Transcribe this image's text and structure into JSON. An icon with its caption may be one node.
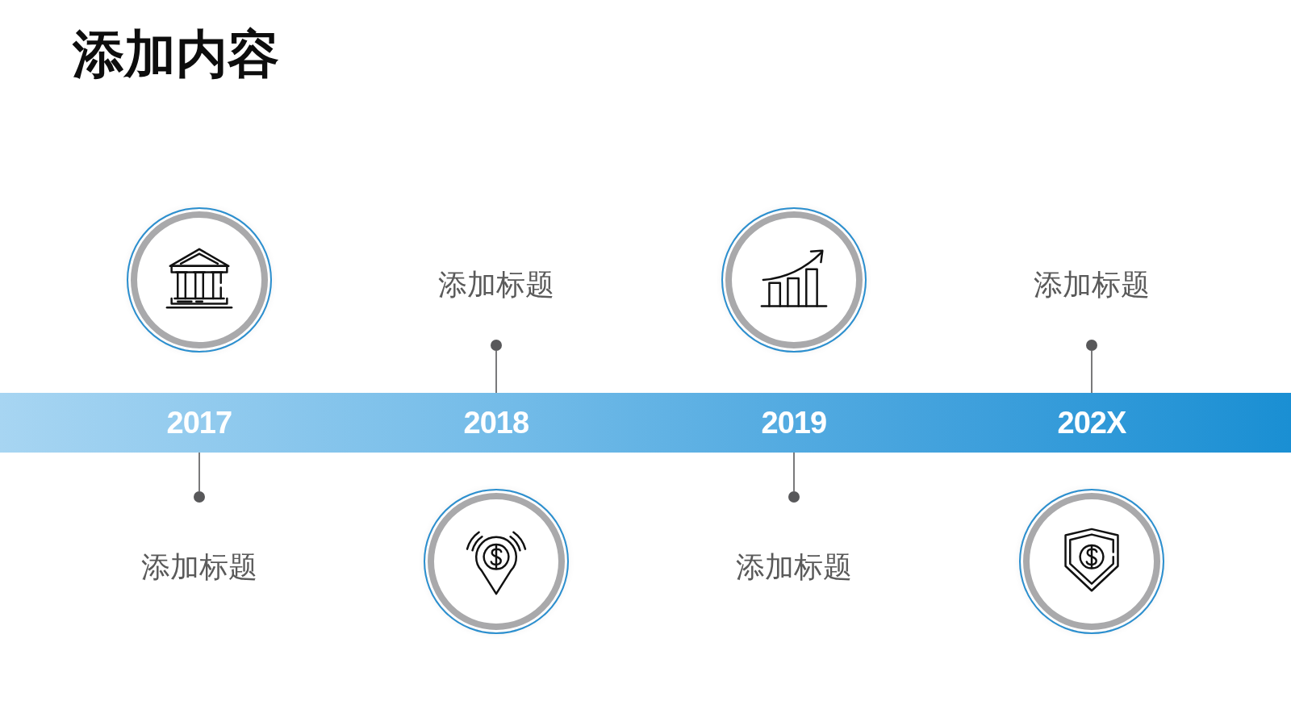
{
  "diagram": {
    "title": "添加内容",
    "nodes": [
      {
        "text": [],
        "shape": "circle"
      },
      {
        "text": [
          "添加标题"
        ]
      },
      {
        "text": [],
        "shape": "circle"
      },
      {
        "text": [
          "添加标题"
        ]
      },
      {
        "text": [],
        "shape": "circle"
      },
      {
        "text": [],
        "shape": "circle"
      },
      {
        "text": [],
        "shape": "bar"
      },
      {
        "text": [
          "2017"
        ],
        "in": 6
      },
      {
        "text": [
          "2018"
        ],
        "in": 6
      },
      {
        "text": [
          "2019"
        ],
        "in": 6
      },
      {
        "text": [
          "202X"
        ],
        "in": 6
      },
      {
        "text": [],
        "shape": "circle"
      },
      {
        "text": [],
        "shape": "circle"
      },
      {
        "text": [
          "添加标题"
        ]
      },
      {
        "text": [],
        "shape": "circle"
      },
      {
        "text": [
          "添加标题"
        ]
      },
      {
        "text": [],
        "shape": "circle"
      }
    ],
    "edges": [
      {
        "from": 8,
        "to": 4,
        "arrow": "none"
      },
      {
        "from": 10,
        "to": 5,
        "arrow": "none"
      },
      {
        "from": 7,
        "to": 11,
        "arrow": "none"
      },
      {
        "from": 9,
        "to": 12,
        "arrow": "none"
      }
    ]
  }
}
